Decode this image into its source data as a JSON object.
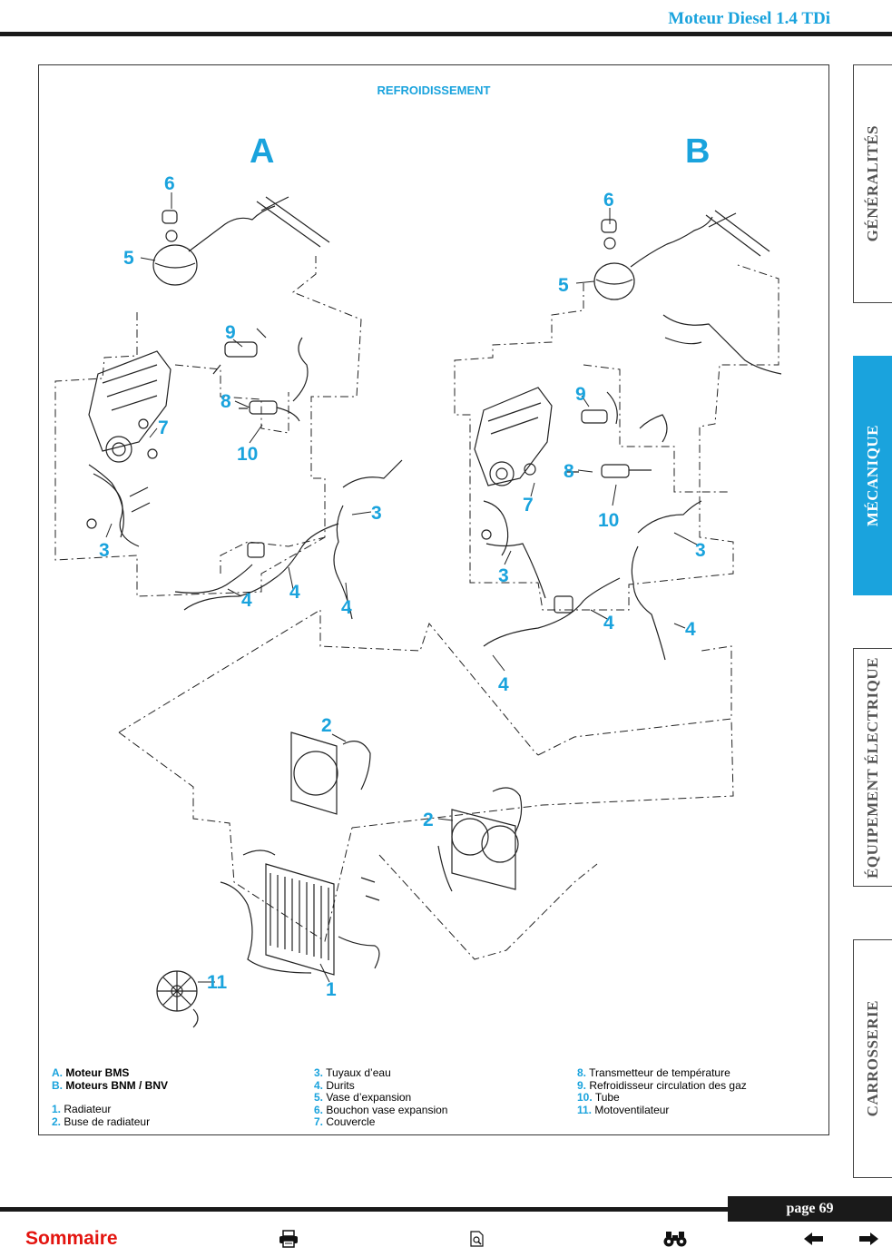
{
  "header": {
    "title": "Moteur Diesel 1.4 TDi"
  },
  "figure": {
    "title": "REFROIDISSEMENT",
    "variant_a": "A",
    "variant_b": "B",
    "callouts_a": {
      "c6": "6",
      "c5": "5",
      "c9": "9",
      "c8": "8",
      "c7": "7",
      "c10": "10",
      "c3a": "3",
      "c3b": "3",
      "c4a": "4",
      "c4b": "4",
      "c4c": "4"
    },
    "callouts_b": {
      "c6": "6",
      "c5": "5",
      "c9": "9",
      "c8": "8",
      "c7": "7",
      "c10": "10",
      "c3a": "3",
      "c3b": "3",
      "c4a": "4",
      "c4b": "4",
      "c4c": "4"
    },
    "callouts_common": {
      "c2a": "2",
      "c2b": "2",
      "c11": "11",
      "c1": "1"
    }
  },
  "legend": {
    "col1": [
      {
        "num": "A.",
        "text": "Moteur BMS"
      },
      {
        "num": "B.",
        "text": "Moteurs BNM / BNV"
      },
      {
        "num": "1.",
        "text": "Radiateur"
      },
      {
        "num": "2.",
        "text": "Buse de radiateur"
      }
    ],
    "col2": [
      {
        "num": "3.",
        "text": "Tuyaux d’eau"
      },
      {
        "num": "4.",
        "text": "Durits"
      },
      {
        "num": "5.",
        "text": "Vase d’expansion"
      },
      {
        "num": "6.",
        "text": "Bouchon vase expansion"
      },
      {
        "num": "7.",
        "text": "Couvercle"
      }
    ],
    "col3": [
      {
        "num": "8.",
        "text": "Transmetteur de température"
      },
      {
        "num": "9.",
        "text": "Refroidisseur circulation des gaz"
      },
      {
        "num": "10.",
        "text": "Tube"
      },
      {
        "num": "11.",
        "text": "Motoventilateur"
      }
    ]
  },
  "side_tabs": [
    {
      "label": "GÉNÉRALITÉS",
      "active": false
    },
    {
      "label": "MÉCANIQUE",
      "active": true
    },
    {
      "label": "ÉQUIPEMENT ÉLECTRIQUE",
      "active": false
    },
    {
      "label": "CARROSSERIE",
      "active": false
    }
  ],
  "footer": {
    "page_label": "page 69",
    "sommaire": "Sommaire",
    "icons": [
      "print-icon",
      "search-document-icon",
      "binoculars-icon",
      "arrow-left-icon",
      "arrow-right-icon"
    ]
  },
  "colors": {
    "accent": "#1aa3dd",
    "sommaire": "#e3140f",
    "rule": "#1a1a1a"
  }
}
